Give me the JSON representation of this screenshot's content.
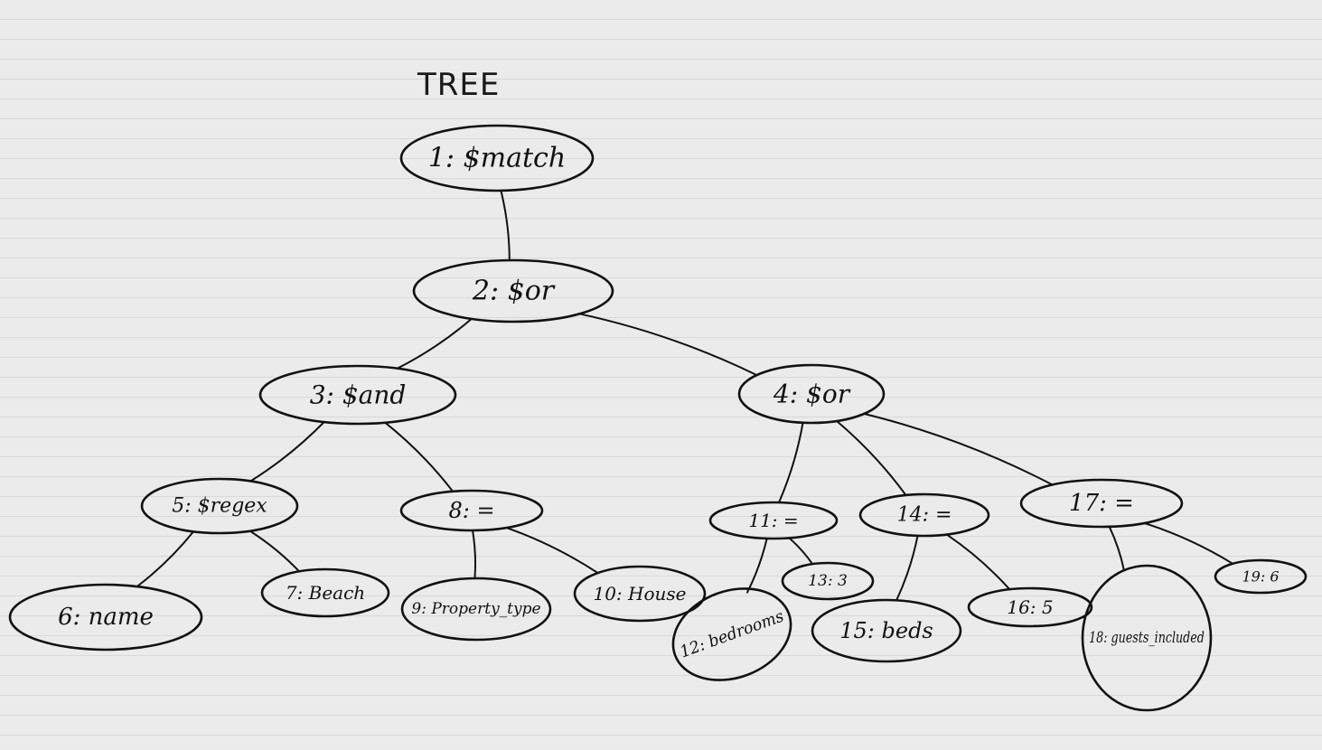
{
  "title": "TREE",
  "nodes": [
    {
      "id": "1",
      "label": "1: $match"
    },
    {
      "id": "2",
      "label": "2: $or"
    },
    {
      "id": "3",
      "label": "3: $and"
    },
    {
      "id": "4",
      "label": "4: $or"
    },
    {
      "id": "5",
      "label": "5: $regex"
    },
    {
      "id": "6",
      "label": "6: name"
    },
    {
      "id": "7",
      "label": "7: Beach"
    },
    {
      "id": "8",
      "label": "8: ="
    },
    {
      "id": "9",
      "label": "9: Property_type"
    },
    {
      "id": "10",
      "label": "10: House"
    },
    {
      "id": "11",
      "label": "11: ="
    },
    {
      "id": "12",
      "label": "12: bedrooms"
    },
    {
      "id": "13",
      "label": "13: 3"
    },
    {
      "id": "14",
      "label": "14: ="
    },
    {
      "id": "15",
      "label": "15: beds"
    },
    {
      "id": "16",
      "label": "16: 5"
    },
    {
      "id": "17",
      "label": "17: ="
    },
    {
      "id": "18",
      "label": "18: guests_included"
    },
    {
      "id": "19",
      "label": "19: 6"
    }
  ],
  "edges": [
    {
      "from": "1",
      "to": "2"
    },
    {
      "from": "2",
      "to": "3"
    },
    {
      "from": "2",
      "to": "4"
    },
    {
      "from": "3",
      "to": "5"
    },
    {
      "from": "3",
      "to": "8"
    },
    {
      "from": "5",
      "to": "6"
    },
    {
      "from": "5",
      "to": "7"
    },
    {
      "from": "8",
      "to": "9"
    },
    {
      "from": "8",
      "to": "10"
    },
    {
      "from": "4",
      "to": "11"
    },
    {
      "from": "4",
      "to": "14"
    },
    {
      "from": "4",
      "to": "17"
    },
    {
      "from": "11",
      "to": "12"
    },
    {
      "from": "11",
      "to": "13"
    },
    {
      "from": "14",
      "to": "15"
    },
    {
      "from": "14",
      "to": "16"
    },
    {
      "from": "17",
      "to": "18"
    },
    {
      "from": "17",
      "to": "19"
    }
  ]
}
